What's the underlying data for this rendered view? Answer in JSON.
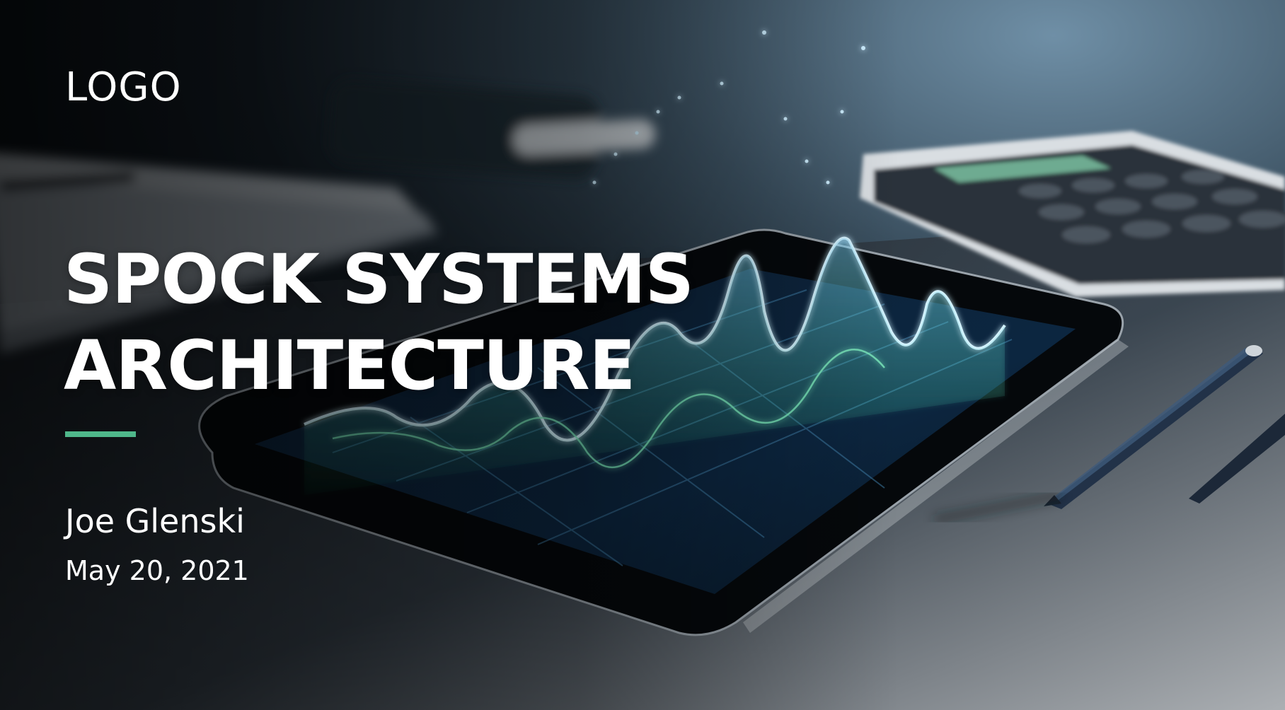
{
  "slide": {
    "logo_text": "LOGO",
    "title_line1": "SPOCK SYSTEMS",
    "title_line2": "ARCHITECTURE",
    "author": "Joe Glenski",
    "date": "May 20, 2021"
  },
  "colors": {
    "accent": "#4fb78a",
    "text": "#ffffff",
    "background": "#0a1016",
    "glow_blue": "#5ec8f0",
    "glow_green": "#5fe0a0"
  },
  "background_image": {
    "icons": [
      "tablet-icon",
      "calculator-icon",
      "pen-icon",
      "papers-icon",
      "chart-hologram-icon"
    ]
  }
}
